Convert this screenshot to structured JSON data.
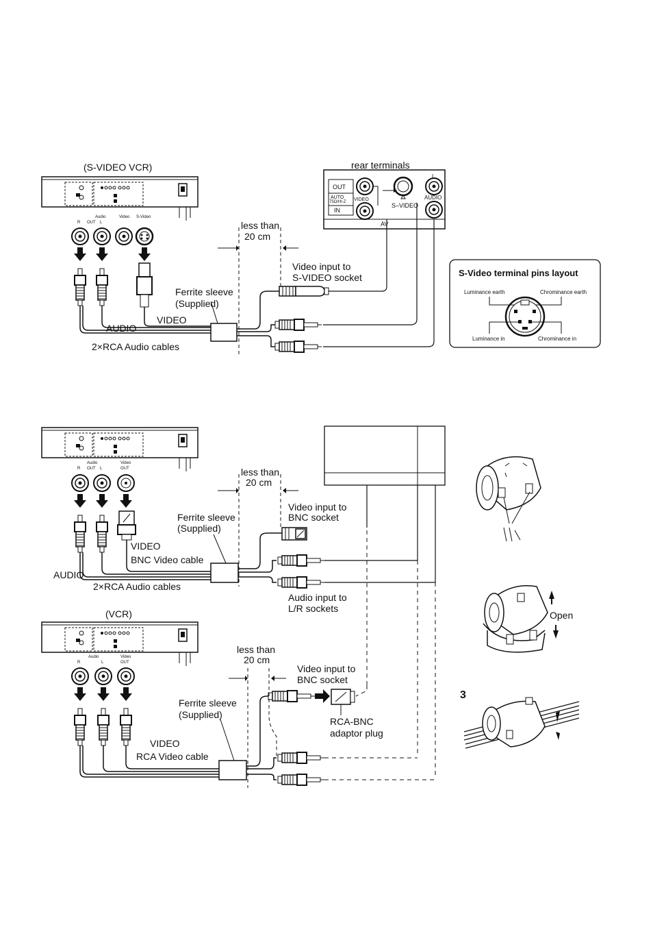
{
  "section1": {
    "vcr_title": "(S-VIDEO VCR)",
    "rear_terminals": "rear terminals",
    "out": "OUT",
    "in": "IN",
    "auto": "AUTO",
    "impedance": "75Ω/HI-Z",
    "video_label": "VIDEO",
    "svideo": "S–VIDEO",
    "l": "L",
    "audio_small": "AUDIO",
    "av": "AV",
    "port_audio": "Audio",
    "port_video": "Video",
    "port_svideo": "S-Video",
    "port_out": "OUT",
    "port_r": "R",
    "port_l": "L",
    "less_than": "less than",
    "cm": "20 cm",
    "video_input": "Video input to",
    "svideo_socket": "S-VIDEO socket",
    "ferrite": "Ferrite sleeve",
    "supplied": "(Supplied)",
    "video": "VIDEO",
    "audio": "AUDIO",
    "rca_audio_cables": "2×RCA Audio cables"
  },
  "pins_box": {
    "title": "S-Video terminal pins layout",
    "luminance_earth": "Luminance earth",
    "chrominance_earth": "Chrominance earth",
    "luminance_in": "Luminance in",
    "chrominance_in": "Chrominance in"
  },
  "section2": {
    "port_audio": "Audio",
    "port_video": "Video",
    "port_out": "OUT",
    "port_r": "R",
    "port_l": "L",
    "less_than": "less than",
    "cm": "20 cm",
    "video_input": "Video input to",
    "bnc_socket": "BNC socket",
    "ferrite": "Ferrite sleeve",
    "supplied": "(Supplied)",
    "video": "VIDEO",
    "bnc_cable": "BNC Video cable",
    "audio": "AUDIO",
    "rca_audio_cables": "2×RCA Audio cables",
    "audio_input": "Audio input to",
    "lr_sockets": "L/R sockets"
  },
  "section3": {
    "vcr_title": "(VCR)",
    "port_audio": "Audio",
    "port_video": "Video",
    "port_out": "OUT",
    "port_r": "R",
    "port_l": "L",
    "less_than": "less than",
    "cm": "20 cm",
    "video_input": "Video input to",
    "bnc_socket": "BNC socket",
    "ferrite": "Ferrite sleeve",
    "supplied": "(Supplied)",
    "adaptor1": "RCA-BNC",
    "adaptor2": "adaptor plug",
    "video": "VIDEO",
    "rca_video_cable": "RCA Video cable"
  },
  "sleeve_steps": {
    "open": "Open",
    "step3": "3"
  }
}
